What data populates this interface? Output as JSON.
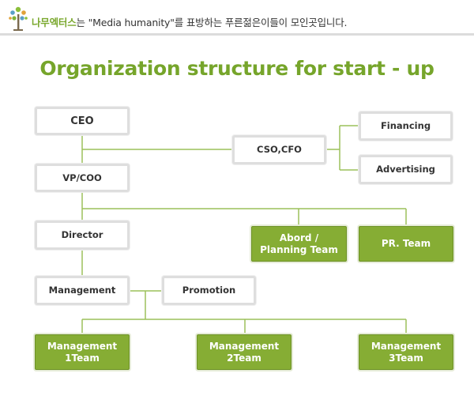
{
  "header": {
    "brand": "나무엑터스",
    "tagline_rest": "는 \"Media humanity\"를 표방하는 푸른젊은이들이 모인곳입니다.",
    "logo_icon": "tree-logo-icon"
  },
  "title": "Organization structure for start - up",
  "colors": {
    "accent_green": "#86ad34",
    "title_green": "#76a52b",
    "line_green": "#9cc05a",
    "box_border": "#dedede"
  },
  "nodes": {
    "ceo": "CEO",
    "cso_cfo": "CSO,CFO",
    "financing": "Financing",
    "advertising": "Advertising",
    "vp_coo": "VP/COO",
    "director": "Director",
    "abord_line1": "Abord /",
    "abord_line2": "Planning Team",
    "pr_team": "PR. Team",
    "management": "Management",
    "promotion": "Promotion",
    "mgmt1_line1": "Management",
    "mgmt1_line2": "1Team",
    "mgmt2_line1": "Management",
    "mgmt2_line2": "2Team",
    "mgmt3_line1": "Management",
    "mgmt3_line2": "3Team"
  }
}
